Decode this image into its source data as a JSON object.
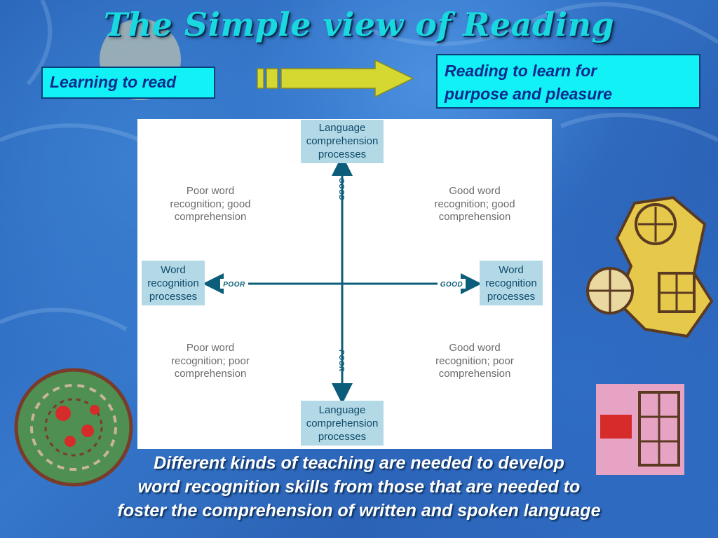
{
  "slide": {
    "title": "The Simple view of Reading",
    "left_label": "Learning to read",
    "right_label_lines": [
      "Reading to learn for",
      "purpose and pleasure"
    ],
    "caption_lines": [
      "Different kinds of teaching are needed to develop",
      "word recognition skills from those that are needed to",
      "foster the comprehension of written and spoken language"
    ]
  },
  "diagram": {
    "top_box": [
      "Language",
      "comprehension",
      "processes"
    ],
    "bottom_box": [
      "Language",
      "comprehension",
      "processes"
    ],
    "left_box": [
      "Word",
      "recognition",
      "processes"
    ],
    "right_box": [
      "Word",
      "recognition",
      "processes"
    ],
    "axis_ticks": {
      "up": "GOOD",
      "down": "POOR",
      "left": "POOR",
      "right": "GOOD"
    },
    "quadrants": {
      "top_left": [
        "Poor word",
        "recognition; good",
        "comprehension"
      ],
      "top_right": [
        "Good word",
        "recognition; good",
        "comprehension"
      ],
      "bottom_left": [
        "Poor word",
        "recognition; poor",
        "comprehension"
      ],
      "bottom_right": [
        "Good word",
        "recognition; poor",
        "comprehension"
      ]
    }
  },
  "colors": {
    "title": "#19d8e0",
    "label_box_fill": "#12f2f6",
    "label_box_text": "#0d2a8c",
    "arrow": "#d4d830",
    "axis": "#0b5d7a",
    "axis_box": "#b3d9e6"
  }
}
